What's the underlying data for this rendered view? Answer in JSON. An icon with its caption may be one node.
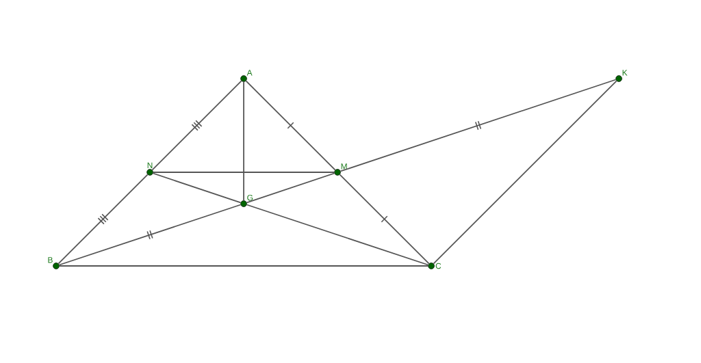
{
  "diagram": {
    "nodes": [
      {
        "text": [
          "A"
        ]
      },
      {
        "text": [
          "K"
        ]
      },
      {
        "text": [
          "N"
        ]
      },
      {
        "text": [
          "M"
        ]
      },
      {
        "text": [
          "G"
        ]
      },
      {
        "text": [
          "B"
        ]
      },
      {
        "text": [
          "C"
        ]
      }
    ],
    "edges": [
      {
        "from": 0,
        "to": 2,
        "arrow": "none"
      },
      {
        "from": 2,
        "to": 5,
        "arrow": "none"
      },
      {
        "from": 0,
        "to": 3,
        "arrow": "none"
      },
      {
        "from": 3,
        "to": 6,
        "arrow": "none"
      },
      {
        "from": 5,
        "to": 4,
        "arrow": "none"
      },
      {
        "from": 4,
        "to": 3,
        "arrow": "none"
      },
      {
        "from": 2,
        "to": 4,
        "arrow": "none"
      },
      {
        "from": 4,
        "to": 6,
        "arrow": "none"
      },
      {
        "from": 0,
        "to": 4,
        "arrow": "none"
      },
      {
        "from": 2,
        "to": 3,
        "arrow": "none"
      },
      {
        "from": 3,
        "to": 1,
        "arrow": "none"
      },
      {
        "from": 1,
        "to": 6,
        "arrow": "none"
      },
      {
        "from": 5,
        "to": 6,
        "arrow": "none"
      }
    ]
  }
}
